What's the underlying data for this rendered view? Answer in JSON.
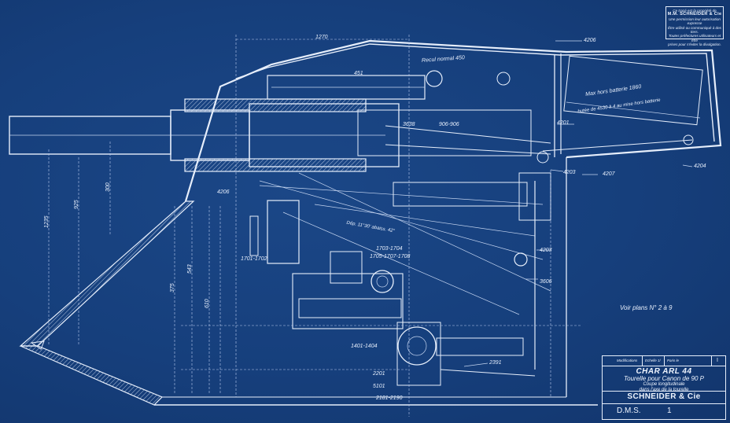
{
  "notice": {
    "line1": "Ce tracé est la propriété de",
    "brand": "M.M. SCHNEIDER & Cie",
    "line2": "Une permission leur autorisation expresse",
    "line3": "Être utilisé ou communiqué à des tiers.",
    "line4": "Toutes préfectures utilisateurs et être",
    "line5": "prises pour s'éviter la divulgation."
  },
  "title_block": {
    "modifications_label": "Modifications",
    "scale_label": "Echelle 1/",
    "page_label": "Paris le",
    "sheet_index": "I",
    "title": "CHAR ARL 44",
    "subtitle": "Tourelle pour Canon de 90 P",
    "desc1": "Coupe longitudinale",
    "desc2": "dans l'axe de la tourelle",
    "company": "SCHNEIDER & Cie",
    "ref_code": "D.M.S.",
    "ref_number": "1"
  },
  "see_plans": "Voir plans N° 2 à 9",
  "annotations": {
    "dim_top": "1270",
    "callout_4206_top": "4206",
    "callout_451": "451",
    "callout_3638": "3638",
    "callout_906": "906-906",
    "callout_4201": "4201",
    "callout_4203a": "4203",
    "callout_4207": "4207",
    "callout_4204": "4204",
    "callout_4206_left": "4206",
    "callout_1701": "1701-1702",
    "callout_1703": "1703-1704",
    "callout_1705": "1705-1707-1708",
    "callout_4203b": "4203",
    "callout_3606": "3606",
    "callout_1401": "1401-1404",
    "callout_2201": "2201",
    "callout_5101": "5101",
    "callout_2391": "2391",
    "callout_2181": "2181-2190",
    "note_recul": "Recul normal 450",
    "note_max": "Max hors batterie 1860",
    "note_butee": "butée de 4530 à 4 au mise hors batterie",
    "dim_v1": "1235",
    "dim_v2": "925",
    "dim_v3": "300",
    "dim_v4": "543",
    "dim_v5": "375",
    "dim_v6": "610",
    "dim_angle": "Dép. 11°30' abaiss. 42°"
  }
}
